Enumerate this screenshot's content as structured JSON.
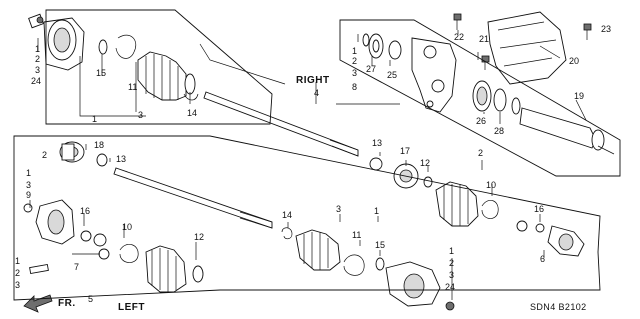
{
  "diagram": {
    "right_label": "RIGHT",
    "left_label": "LEFT",
    "front_label": "FR.",
    "code": "SDN4  B2102",
    "callouts": {
      "c1_top": "1",
      "c2_top": "2",
      "c3_top": "3",
      "c24_top": "24",
      "c1_label": "1",
      "c3_label": "3",
      "c15_top": "15",
      "c11_top": "11",
      "c14_top": "14",
      "c4": "4",
      "c22": "22",
      "c21": "21",
      "c23": "23",
      "c20": "20",
      "c1r": "1",
      "c2r": "2",
      "c3r": "3",
      "c8r": "8",
      "c27": "27",
      "c25": "25",
      "c19": "19",
      "c26": "26",
      "c28": "28",
      "c18": "18",
      "c2_left": "2",
      "c13_left": "13",
      "c1_l": "1",
      "c3_l": "3",
      "c9_l": "9",
      "c16_left": "16",
      "c10_left": "10",
      "c12_left": "12",
      "c7": "7",
      "c1_b": "1",
      "c2_b": "2",
      "c3_b": "3",
      "c5": "5",
      "c13_mid": "13",
      "c17": "17",
      "c12_mid": "12",
      "c2_mid": "2",
      "c10_mid": "10",
      "c16_right": "16",
      "c6": "6",
      "c14_mid": "14",
      "c3_mid": "3",
      "c1_mid": "1",
      "c11_mid": "11",
      "c15_mid": "15",
      "c1_br": "1",
      "c2_br": "2",
      "c3_br": "3",
      "c24_br": "24"
    }
  }
}
